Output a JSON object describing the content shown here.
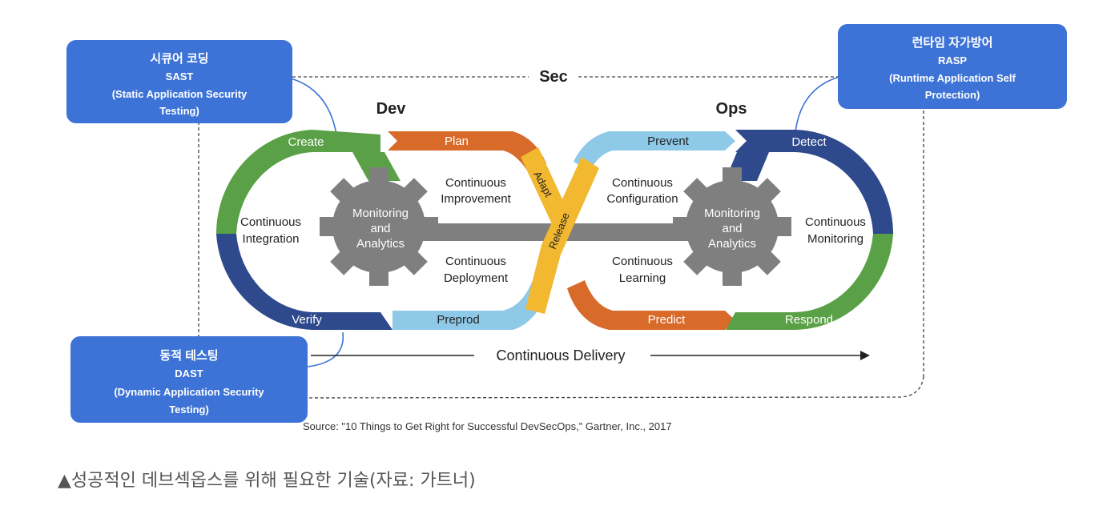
{
  "diagram": {
    "sec_label": "Sec",
    "dev_label": "Dev",
    "ops_label": "Ops",
    "callouts": {
      "sast": {
        "line1": "시큐어 코딩",
        "line2": "SAST",
        "line3": "(Static Application Security",
        "line4": "Testing)"
      },
      "rasp": {
        "line1": "런타임 자가방어",
        "line2": "RASP",
        "line3": "(Runtime Application Self",
        "line4": "Protection)"
      },
      "dast": {
        "line1": "동적 테스팅",
        "line2": "DAST",
        "line3": "(Dynamic Application Security",
        "line4": "Testing)"
      }
    },
    "segments": {
      "create": "Create",
      "plan": "Plan",
      "adapt": "Adapt",
      "release": "Release",
      "verify": "Verify",
      "preprod": "Preprod",
      "prevent": "Prevent",
      "detect": "Detect",
      "predict": "Predict",
      "respond": "Respond"
    },
    "inner": {
      "continuous_integration": [
        "Continuous",
        "Integration"
      ],
      "continuous_improvement": [
        "Continuous",
        "Improvement"
      ],
      "continuous_deployment": [
        "Continuous",
        "Deployment"
      ],
      "continuous_configuration": [
        "Continuous",
        "Configuration"
      ],
      "continuous_learning": [
        "Continuous",
        "Learning"
      ],
      "continuous_monitoring": [
        "Continuous",
        "Monitoring"
      ],
      "gear_left": [
        "Monitoring",
        "and",
        "Analytics"
      ],
      "gear_right": [
        "Monitoring",
        "and",
        "Analytics"
      ]
    },
    "delivery_label": "Continuous Delivery",
    "source": "Source: \"10 Things to Get Right for Successful DevSecOps,\" Gartner, Inc., 2017",
    "colors": {
      "green": "#5aa046",
      "navy": "#2e4a8c",
      "orange": "#d86a2a",
      "light_blue": "#8fc9e8",
      "gold": "#f2b830",
      "gear": "#7f7f7f",
      "callout": "#3d73d6"
    }
  },
  "caption": "▲성공적인 데브섹옵스를 위해 필요한 기술(자료: 가트너)"
}
